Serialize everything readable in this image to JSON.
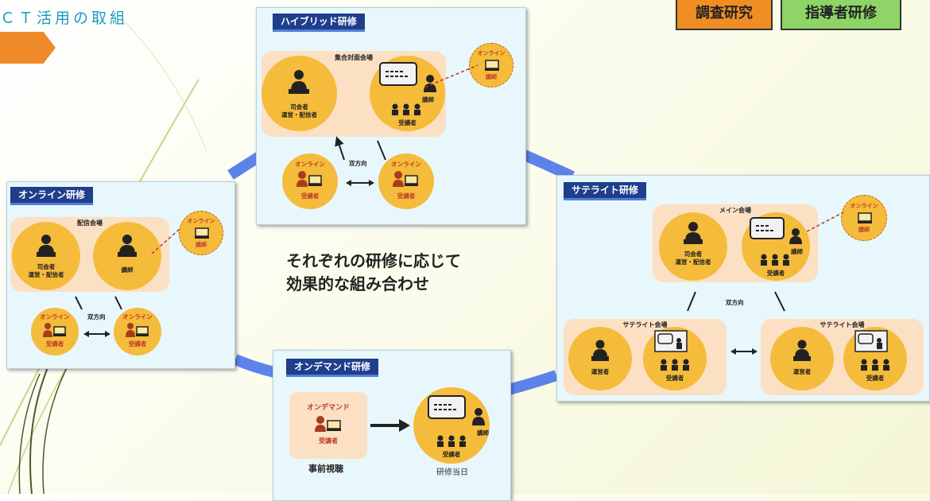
{
  "header": {
    "title": "ＣＴ活用の取組",
    "btn_research": "調査研究",
    "btn_leader": "指導者研修"
  },
  "center_text": {
    "line1": "それぞれの研修に応じて",
    "line2": "効果的な組み合わせ"
  },
  "hybrid": {
    "title": "ハイブリッド研修",
    "venue": "集合対面会場",
    "host": "司会者",
    "operator": "運営・配信者",
    "lecturer": "講師",
    "trainee": "受講者",
    "online_lecturer_tag": "オンライン",
    "online_lecturer": "講師",
    "online_left_tag": "オンライン",
    "online_left": "受講者",
    "online_right_tag": "オンライン",
    "online_right": "受講者",
    "bidirectional": "双方向"
  },
  "online": {
    "title": "オンライン研修",
    "venue": "配信会場",
    "host": "司会者",
    "operator": "運営・配信者",
    "lecturer": "講師",
    "remote_tag": "オンライン",
    "remote_lecturer": "講師",
    "left_tag": "オンライン",
    "left": "受講者",
    "right_tag": "オンライン",
    "right": "受講者",
    "bidirectional": "双方向"
  },
  "satellite": {
    "title": "サテライト研修",
    "main_venue": "メイン会場",
    "host": "司会者",
    "operator": "運営・配信者",
    "lecturer": "講師",
    "trainee": "受講者",
    "remote_tag": "オンライン",
    "remote_lecturer": "講師",
    "bidirectional": "双方向",
    "sat1_venue": "サテライト会場",
    "sat1_operator": "運営者",
    "sat1_trainee": "受講者",
    "sat2_venue": "サテライト会場",
    "sat2_operator": "運営者",
    "sat2_trainee": "受講者"
  },
  "ondemand": {
    "title": "オンデマンド研修",
    "tag": "オンデマンド",
    "trainee": "受講者",
    "pre_view": "事前視聴",
    "lecturer": "講師",
    "day_trainee": "受講者",
    "training_day": "研修当日"
  },
  "colors": {
    "panel_bg": "#e8f7fb",
    "title_bar": "#1f3e8c",
    "circle": "#f5bb3a",
    "venue": "#fbe0c4",
    "ring": "#5d83ea",
    "btn_research": "#f08d23",
    "btn_leader": "#8ed466"
  }
}
